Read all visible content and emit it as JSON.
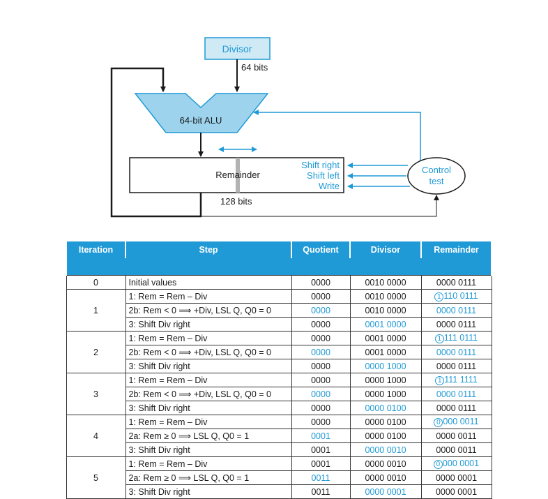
{
  "diagram": {
    "divisor_label": "Divisor",
    "divisor_bits": "64 bits",
    "alu_label": "64-bit ALU",
    "remainder_label": "Remainder",
    "remainder_bits": "128 bits",
    "shift_right": "Shift right",
    "shift_left": "Shift left",
    "write": "Write",
    "control_line1": "Control",
    "control_line2": "test"
  },
  "colors": {
    "accent": "#1f9ad6",
    "divisor_fill": "#cfe9f5",
    "alu_fill": "#9dd3ec"
  },
  "table": {
    "headers": [
      "Iteration",
      "Step",
      "Quotient",
      "Divisor",
      "Remainder"
    ],
    "rows": [
      {
        "iteration": "0",
        "step": "Initial values",
        "quotient": "0000",
        "divisor": "0010 0000",
        "remainder": "0000 0111",
        "circled": "",
        "qb": false,
        "db": false,
        "rb": false
      },
      {
        "iteration": "1",
        "step": "1: Rem = Rem – Div",
        "quotient": "0000",
        "divisor": "0010 0000",
        "remainder": "110 0111",
        "circled": "1",
        "qb": false,
        "db": false,
        "rb": true
      },
      {
        "iteration": "",
        "step": "2b: Rem < 0 ⟹ +Div, LSL Q, Q0 = 0",
        "quotient": "0000",
        "divisor": "0010 0000",
        "remainder": "0000 0111",
        "circled": "",
        "qb": true,
        "db": false,
        "rb": true
      },
      {
        "iteration": "",
        "step": "3: Shift Div right",
        "quotient": "0000",
        "divisor": "0001 0000",
        "remainder": "0000 0111",
        "circled": "",
        "qb": false,
        "db": true,
        "rb": false
      },
      {
        "iteration": "2",
        "step": "1: Rem = Rem – Div",
        "quotient": "0000",
        "divisor": "0001 0000",
        "remainder": "111 0111",
        "circled": "1",
        "qb": false,
        "db": false,
        "rb": true
      },
      {
        "iteration": "",
        "step": "2b: Rem < 0 ⟹ +Div, LSL Q, Q0 = 0",
        "quotient": "0000",
        "divisor": "0001 0000",
        "remainder": "0000 0111",
        "circled": "",
        "qb": true,
        "db": false,
        "rb": true
      },
      {
        "iteration": "",
        "step": "3: Shift Div right",
        "quotient": "0000",
        "divisor": "0000 1000",
        "remainder": "0000 0111",
        "circled": "",
        "qb": false,
        "db": true,
        "rb": false
      },
      {
        "iteration": "3",
        "step": "1: Rem = Rem – Div",
        "quotient": "0000",
        "divisor": "0000 1000",
        "remainder": "111 1111",
        "circled": "1",
        "qb": false,
        "db": false,
        "rb": true
      },
      {
        "iteration": "",
        "step": "2b: Rem < 0 ⟹ +Div, LSL Q, Q0 = 0",
        "quotient": "0000",
        "divisor": "0000 1000",
        "remainder": "0000 0111",
        "circled": "",
        "qb": true,
        "db": false,
        "rb": true
      },
      {
        "iteration": "",
        "step": "3: Shift Div right",
        "quotient": "0000",
        "divisor": "0000 0100",
        "remainder": "0000 0111",
        "circled": "",
        "qb": false,
        "db": true,
        "rb": false
      },
      {
        "iteration": "4",
        "step": "1: Rem = Rem – Div",
        "quotient": "0000",
        "divisor": "0000 0100",
        "remainder": "000 0011",
        "circled": "0",
        "qb": false,
        "db": false,
        "rb": true
      },
      {
        "iteration": "",
        "step": "2a: Rem ≥ 0 ⟹ LSL Q, Q0 = 1",
        "quotient": "0001",
        "divisor": "0000 0100",
        "remainder": "0000 0011",
        "circled": "",
        "qb": true,
        "db": false,
        "rb": false
      },
      {
        "iteration": "",
        "step": "3: Shift Div right",
        "quotient": "0001",
        "divisor": "0000 0010",
        "remainder": "0000 0011",
        "circled": "",
        "qb": false,
        "db": true,
        "rb": false
      },
      {
        "iteration": "5",
        "step": "1: Rem = Rem – Div",
        "quotient": "0001",
        "divisor": "0000 0010",
        "remainder": "000 0001",
        "circled": "0",
        "qb": false,
        "db": false,
        "rb": true
      },
      {
        "iteration": "",
        "step": "2a: Rem ≥ 0 ⟹ LSL Q, Q0 = 1",
        "quotient": "0011",
        "divisor": "0000 0010",
        "remainder": "0000 0001",
        "circled": "",
        "qb": true,
        "db": false,
        "rb": false
      },
      {
        "iteration": "",
        "step": "3: Shift Div right",
        "quotient": "0011",
        "divisor": "0000 0001",
        "remainder": "0000 0001",
        "circled": "",
        "qb": false,
        "db": true,
        "rb": false
      }
    ]
  }
}
